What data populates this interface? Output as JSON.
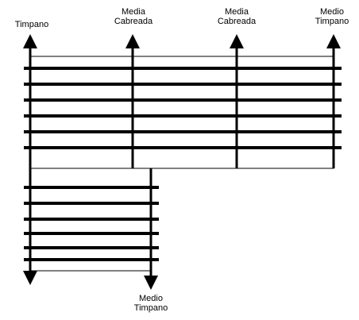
{
  "labels": {
    "top_left": {
      "line1": "Timpano"
    },
    "top_second": {
      "line1": "Media",
      "line2": "Cabreada"
    },
    "top_third": {
      "line1": "Media",
      "line2": "Cabreada"
    },
    "top_right": {
      "line1": "Medio",
      "line2": "Timpano"
    },
    "bottom": {
      "line1": "Medio",
      "line2": "Timpano"
    }
  },
  "colors": {
    "stroke": "#000000",
    "background": "#ffffff"
  },
  "structure": {
    "upper_bay_count": 3,
    "upper_strip_count": 6,
    "lower_strip_count": 6,
    "arrow_icons": [
      "arrow-up-icon",
      "arrow-down-icon"
    ]
  }
}
